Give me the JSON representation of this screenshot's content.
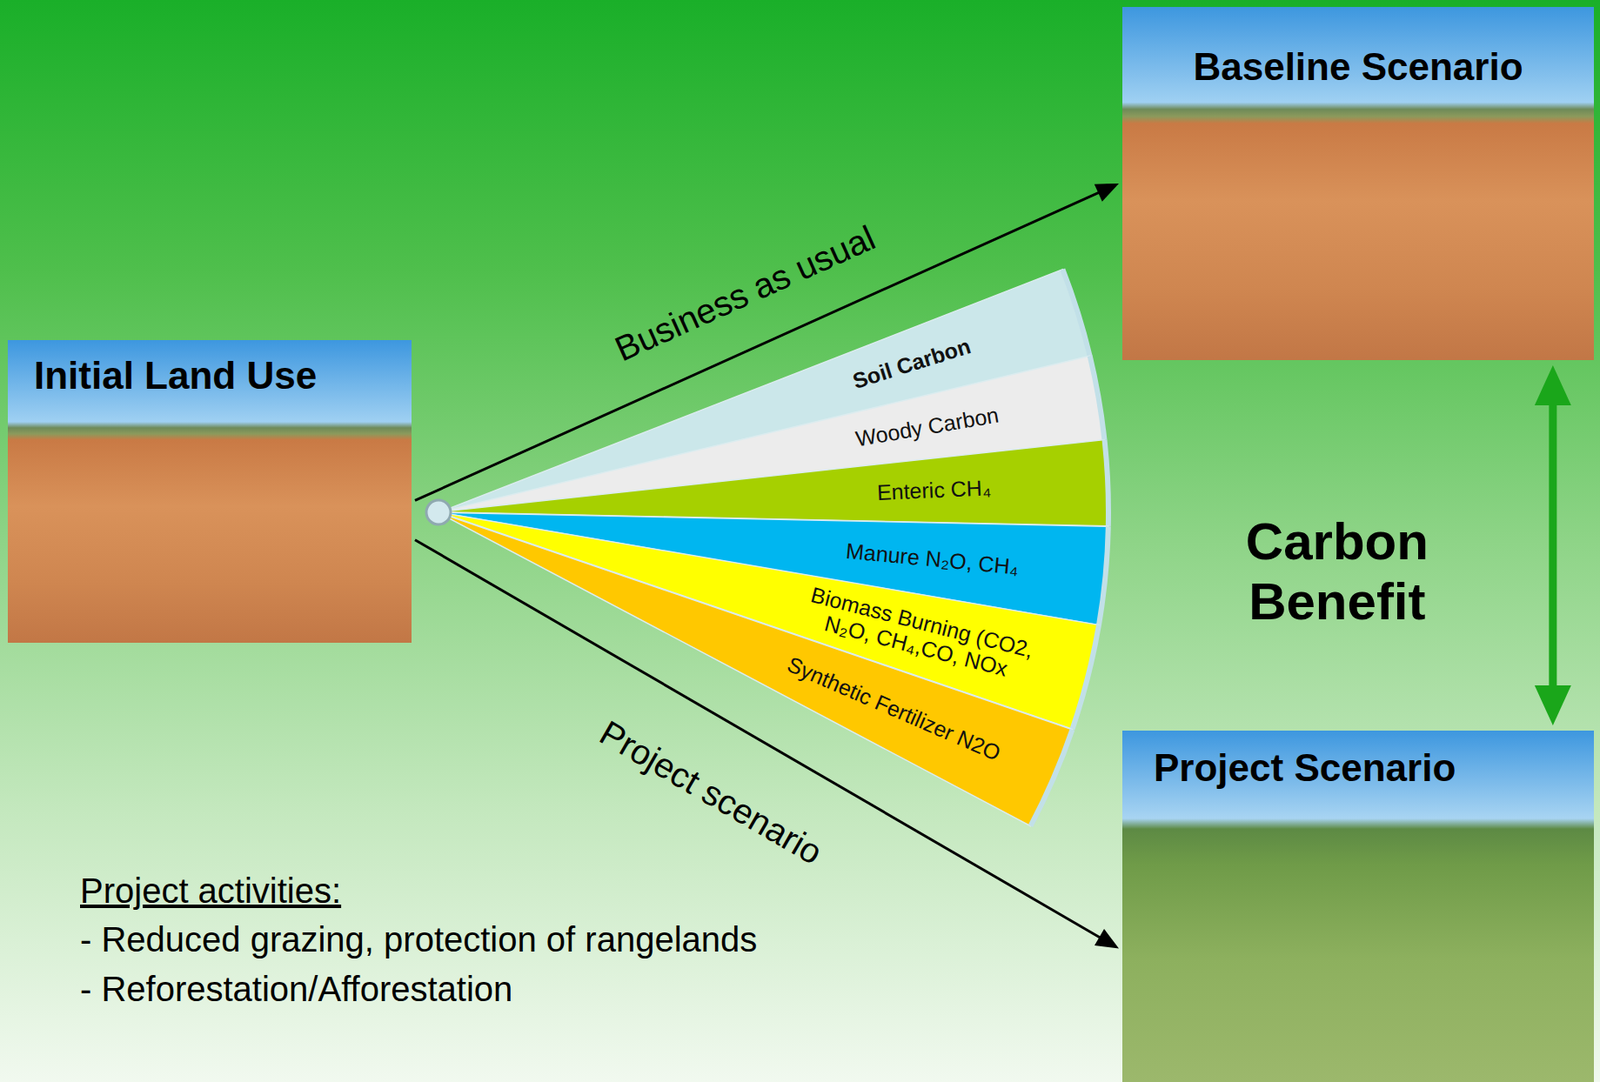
{
  "diagram": {
    "nodes": [
      {
        "text": [
          "Initial Land Use"
        ]
      },
      {
        "text": [
          "Baseline Scenario"
        ]
      },
      {
        "text": [
          "Soil Carbon"
        ]
      },
      {
        "text": [
          "Woody Carbon"
        ]
      },
      {
        "text": [
          "Enteric CH₄"
        ]
      },
      {
        "text": [
          "Manure N₂O, CH₄"
        ]
      },
      {
        "text": [
          "Biomass Burning (CO2, N₂O, CH₄,CO, NOx"
        ]
      },
      {
        "text": [
          "Synthetic Fertilizer N2O"
        ]
      },
      {
        "text": [
          "Project Scenario"
        ]
      }
    ],
    "edges": [
      {
        "from": 0,
        "to": 1,
        "arrow": "to",
        "label": "Business as usual"
      },
      {
        "from": 0,
        "to": 8,
        "arrow": "to",
        "label": "Project scenario"
      },
      {
        "from": 1,
        "to": 8,
        "arrow": "both",
        "label": "Carbon Benefit"
      }
    ],
    "labels": [
      "Project activities:",
      "- Reduced grazing, protection of rangelands",
      "- Reforestation/Afforestation"
    ]
  }
}
